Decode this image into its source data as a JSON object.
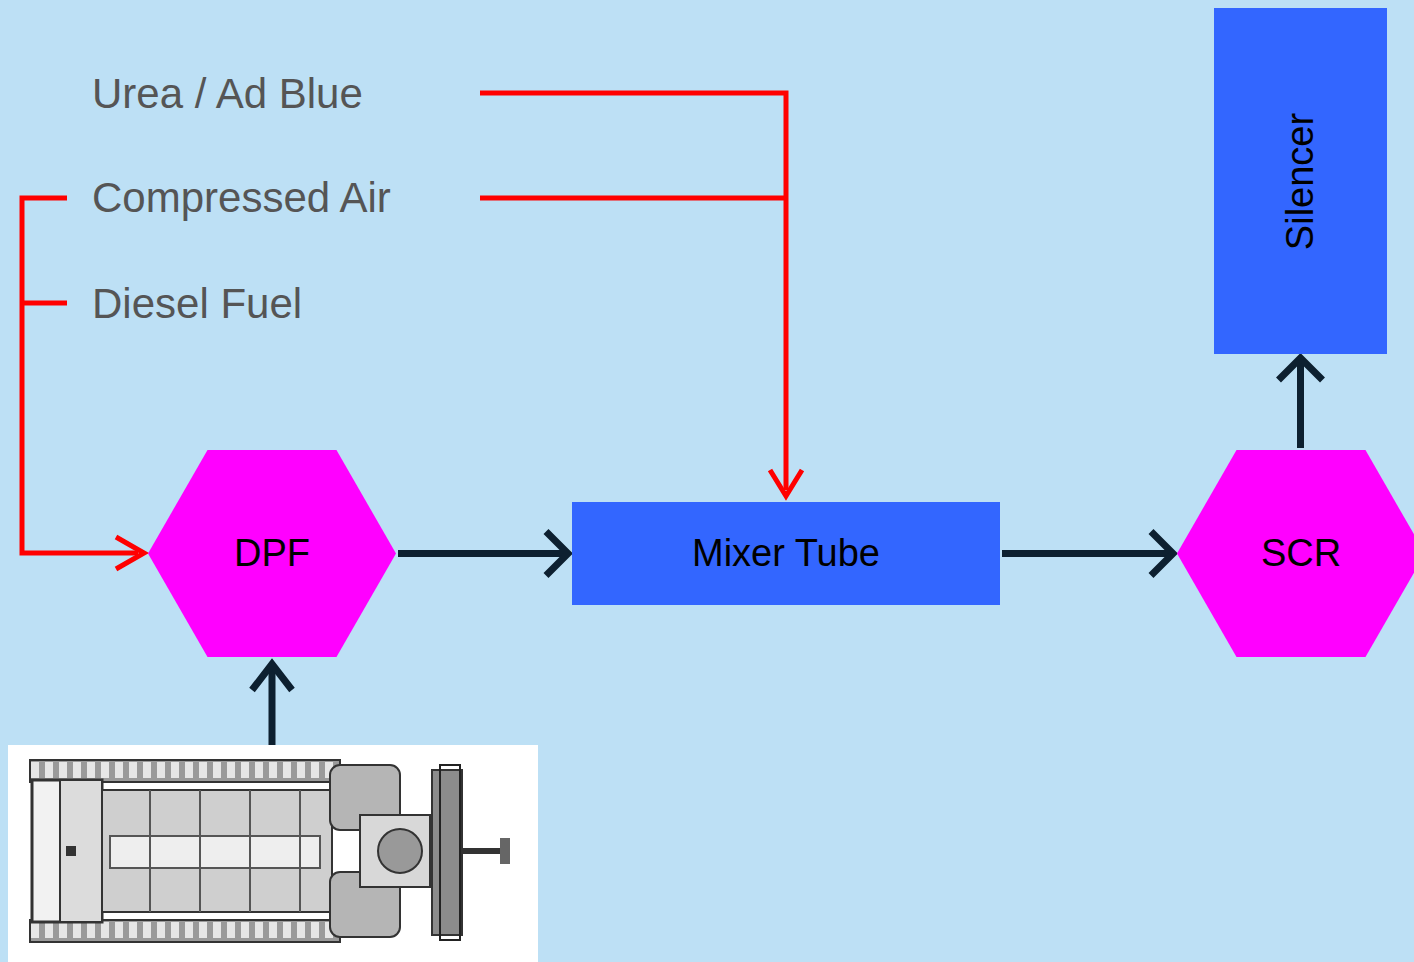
{
  "diagram": {
    "nodes": [
      {
        "text": [
          "DPF"
        ]
      },
      {
        "text": [
          "Mixer Tube"
        ]
      },
      {
        "text": [
          "SCR"
        ]
      },
      {
        "text": [
          "Silencer"
        ]
      }
    ],
    "edges": [
      {
        "from": 0,
        "to": 1,
        "arrow": "to"
      },
      {
        "from": 1,
        "to": 2,
        "arrow": "to"
      },
      {
        "from": 2,
        "to": 3,
        "arrow": "to"
      }
    ],
    "labels": [
      "Urea / Ad Blue",
      "Compressed Air",
      "Diesel Fuel"
    ]
  }
}
